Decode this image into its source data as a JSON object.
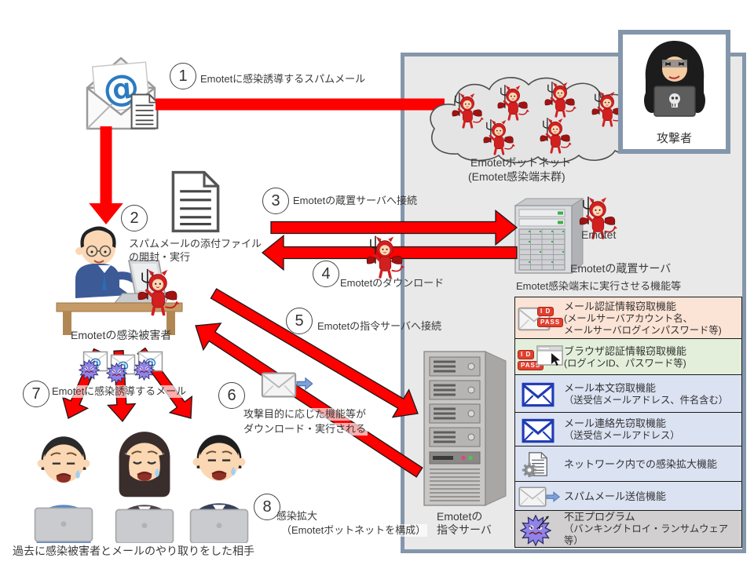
{
  "steps": {
    "s1": {
      "num": "1",
      "label": "Emotetに感染誘導するスパムメール"
    },
    "s2": {
      "num": "2",
      "line1": "スパムメールの添付ファイル",
      "line2": "の開封・実行"
    },
    "s3": {
      "num": "3",
      "label": "Emotetの蔵置サーバへ接続"
    },
    "s4": {
      "num": "4",
      "label": "Emotetのダウンロード"
    },
    "s5": {
      "num": "5",
      "label": "Emotetの指令サーバへ接続"
    },
    "s6": {
      "num": "6",
      "line1": "攻撃目的に応じた機能等が",
      "line2": "ダウンロード・実行される"
    },
    "s7": {
      "num": "7",
      "label": "Emotetに感染誘導するメール"
    },
    "s8": {
      "num": "8",
      "line1": "感染拡大",
      "line2": "（Emotetボットネットを構成）"
    }
  },
  "labels": {
    "attacker": "攻撃者",
    "botnet1": "Emotetボットネット",
    "botnet2": "(Emotet感染端末群)",
    "emotet": "Emotet",
    "storage_server": "Emotetの蔵置サーバ",
    "victim": "Emotetの感染被害者",
    "cmd1": "Emotetの",
    "cmd2": "指令サーバ",
    "recipients": "過去に感染被害者とメールのやり取りをした相手",
    "features_heading": "Emotet感染端末に実行させる機能等",
    "idpass_id": "I D",
    "idpass_pass": "PASS"
  },
  "features": {
    "items": [
      {
        "title": "メール認証情報窃取機能",
        "desc": "(メールサーバアカウント名、",
        "desc2": "メールサーバログインパスワード等)",
        "bg": "#fbe3d5",
        "icon": "mail-credential-steal-icon"
      },
      {
        "title": "ブラウザ認証情報窃取機能",
        "desc": "(ログインID、パスワード等)",
        "desc2": "",
        "bg": "#e4efdb",
        "icon": "browser-credential-steal-icon"
      },
      {
        "title": "メール本文窃取機能",
        "desc": "（送受信メールアドレス、件名含む）",
        "desc2": "",
        "bg": "#dbe2f2",
        "icon": "mail-body-steal-icon"
      },
      {
        "title": "メール連絡先窃取機能",
        "desc": "（送受信メールアドレス）",
        "desc2": "",
        "bg": "#dbe2f2",
        "icon": "mail-contact-steal-icon"
      },
      {
        "title": "ネットワーク内での感染拡大機能",
        "desc": "",
        "desc2": "",
        "bg": "#dbe2f2",
        "icon": "network-spread-icon"
      },
      {
        "title": "スパムメール送信機能",
        "desc": "",
        "desc2": "",
        "bg": "#dbe2f2",
        "icon": "spam-send-icon"
      },
      {
        "title": "不正プログラム",
        "desc": "（バンキングトロイ・ランサムウェア等）",
        "desc2": "",
        "bg": "#d1cfcf",
        "icon": "malware-icon"
      }
    ]
  },
  "colors": {
    "arrow": "#fe0000",
    "panel_bg": "#e9e9e9",
    "panel_border": "#8496ab",
    "box_peach": "#fbe3d5",
    "box_green": "#e4efdb",
    "box_lavender": "#dbe2f2",
    "box_gray": "#d1cfcf",
    "badge_red": "#e2402f",
    "blue_envelope": "#1f3bb5"
  }
}
